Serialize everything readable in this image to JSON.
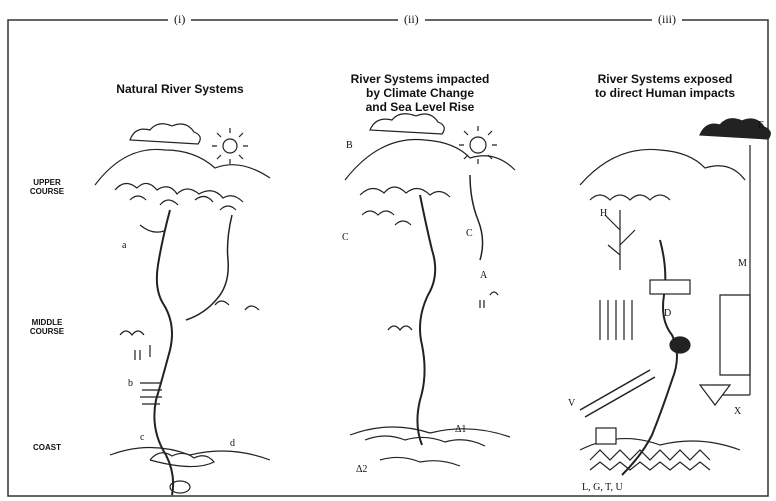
{
  "panels": [
    {
      "label": "(i)",
      "title_lines": [
        "Natural River Systems"
      ]
    },
    {
      "label": "(ii)",
      "title_lines": [
        "River Systems impacted",
        "by Climate Change",
        "and Sea Level Rise"
      ]
    },
    {
      "label": "(iii)",
      "title_lines": [
        "River Systems exposed",
        "to direct Human impacts"
      ]
    }
  ],
  "zones": {
    "upper": [
      "UPPER",
      "COURSE"
    ],
    "middle": [
      "MIDDLE",
      "COURSE"
    ],
    "coast": "COAST"
  },
  "symbols": {
    "p1_a": "a",
    "p1_b": "b",
    "p1_c": "c",
    "p1_d": "d",
    "p2_B": "B",
    "p2_C1": "C",
    "p2_C2": "C",
    "p2_A": "A",
    "p2_delta1": "Δ1",
    "p2_delta2": "Δ2",
    "p3_H": "H",
    "p3_E": "E",
    "p3_M": "M",
    "p3_V": "V",
    "p3_D": "D",
    "p3_X": "X",
    "p3_bottom": "L, G, T, U"
  }
}
